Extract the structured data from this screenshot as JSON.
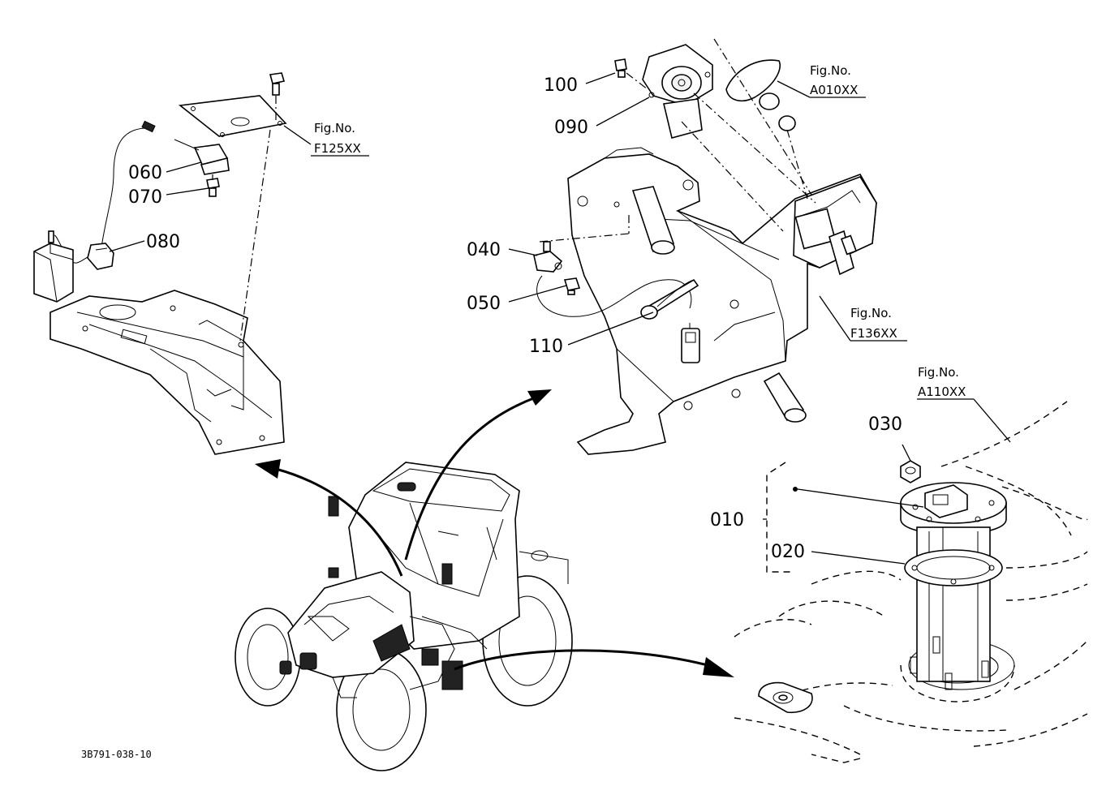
{
  "callouts": {
    "c010": "010",
    "c020": "020",
    "c030": "030",
    "c040": "040",
    "c050": "050",
    "c060": "060",
    "c070": "070",
    "c080": "080",
    "c090": "090",
    "c100": "100",
    "c110": "110"
  },
  "figure_refs": {
    "f125": {
      "label": "Fig.No.",
      "code": "F125XX"
    },
    "a010": {
      "label": "Fig.No.",
      "code": "A010XX"
    },
    "f136": {
      "label": "Fig.No.",
      "code": "F136XX"
    },
    "a110": {
      "label": "Fig.No.",
      "code": "A110XX"
    }
  },
  "doc_id": "3B791-038-10"
}
